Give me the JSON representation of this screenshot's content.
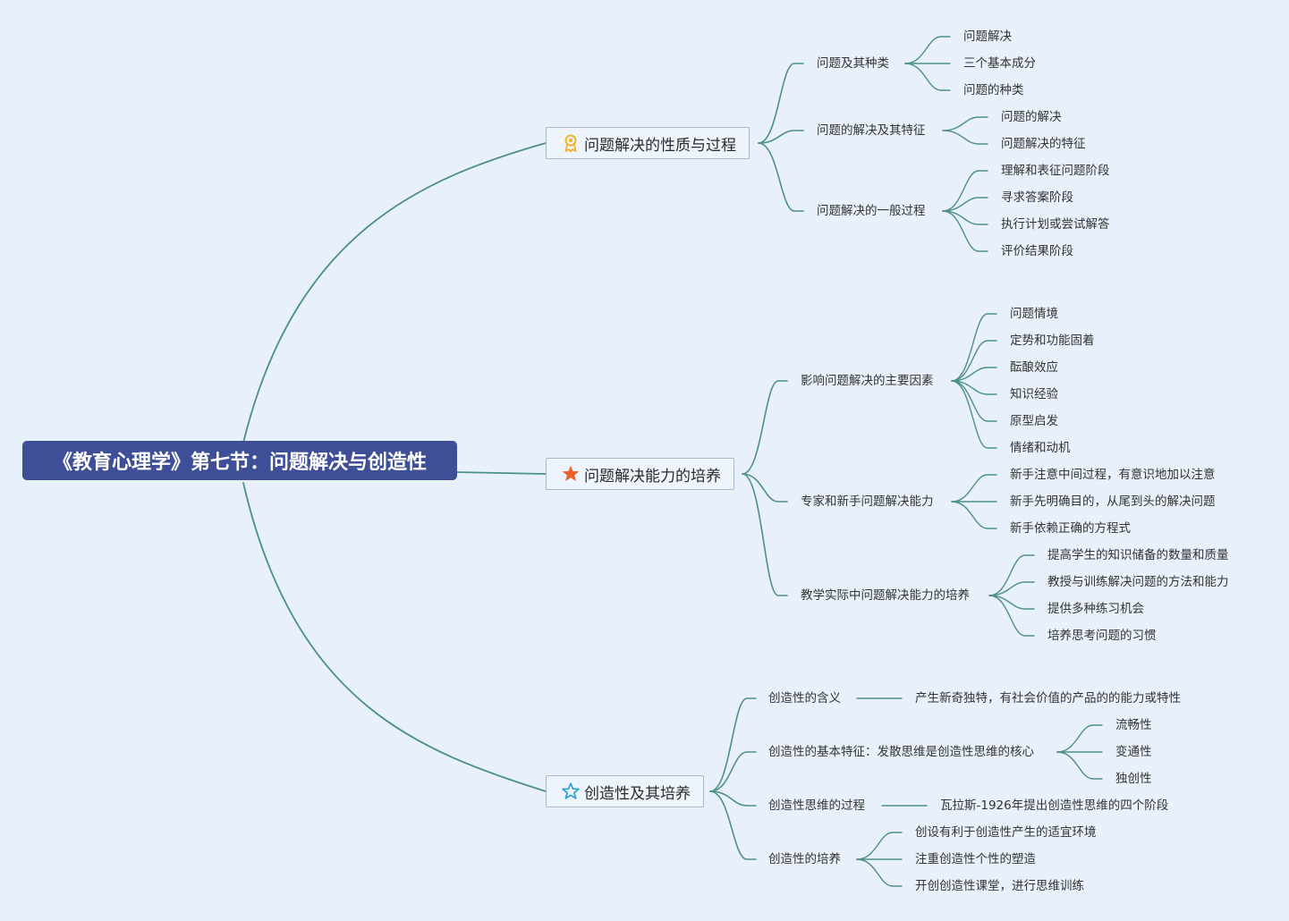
{
  "root": {
    "label": "《教育心理学》第七节：问题解决与创造性"
  },
  "branches": [
    {
      "label": "问题解决的性质与过程",
      "icon": "award-ribbon-icon",
      "icon_color": "#f0b429",
      "children": [
        {
          "label": "问题及其种类",
          "children": [
            {
              "label": "问题解决"
            },
            {
              "label": "三个基本成分"
            },
            {
              "label": "问题的种类"
            }
          ]
        },
        {
          "label": "问题的解决及其特征",
          "children": [
            {
              "label": "问题的解决"
            },
            {
              "label": "问题解决的特征"
            }
          ]
        },
        {
          "label": "问题解决的一般过程",
          "children": [
            {
              "label": "理解和表征问题阶段"
            },
            {
              "label": "寻求答案阶段"
            },
            {
              "label": "执行计划或尝试解答"
            },
            {
              "label": "评价结果阶段"
            }
          ]
        }
      ]
    },
    {
      "label": "问题解决能力的培养",
      "icon": "star-filled-icon",
      "icon_color": "#e8622a",
      "children": [
        {
          "label": "影响问题解决的主要因素",
          "children": [
            {
              "label": "问题情境"
            },
            {
              "label": "定势和功能固着"
            },
            {
              "label": "酝酿效应"
            },
            {
              "label": "知识经验"
            },
            {
              "label": "原型启发"
            },
            {
              "label": "情绪和动机"
            }
          ]
        },
        {
          "label": "专家和新手问题解决能力",
          "children": [
            {
              "label": "新手注意中间过程，有意识地加以注意"
            },
            {
              "label": "新手先明确目的，从尾到头的解决问题"
            },
            {
              "label": "新手依赖正确的方程式"
            }
          ]
        },
        {
          "label": "教学实际中问题解决能力的培养",
          "children": [
            {
              "label": "提高学生的知识储备的数量和质量"
            },
            {
              "label": "教授与训练解决问题的方法和能力"
            },
            {
              "label": "提供多种练习机会"
            },
            {
              "label": "培养思考问题的习惯"
            }
          ]
        }
      ]
    },
    {
      "label": "创造性及其培养",
      "icon": "star-outline-icon",
      "icon_color": "#2a9fd6",
      "children": [
        {
          "label": "创造性的含义",
          "children": [
            {
              "label": "产生新奇独特，有社会价值的产品的的能力或特性"
            }
          ]
        },
        {
          "label": "创造性的基本特征：发散思维是创造性思维的核心",
          "children": [
            {
              "label": "流畅性"
            },
            {
              "label": "变通性"
            },
            {
              "label": "独创性"
            }
          ]
        },
        {
          "label": "创造性思维的过程",
          "children": [
            {
              "label": "瓦拉斯-1926年提出创造性思维的四个阶段"
            }
          ]
        },
        {
          "label": "创造性的培养",
          "children": [
            {
              "label": "创设有利于创造性产生的适宜环境"
            },
            {
              "label": "注重创造性个性的塑造"
            },
            {
              "label": "开创创造性课堂，进行思维训练"
            }
          ]
        }
      ]
    }
  ],
  "colors": {
    "background": "#e8f0fb",
    "root_fill": "#3f4f97",
    "line": "#4d8f8b",
    "main_border": "#a7b9c6"
  }
}
